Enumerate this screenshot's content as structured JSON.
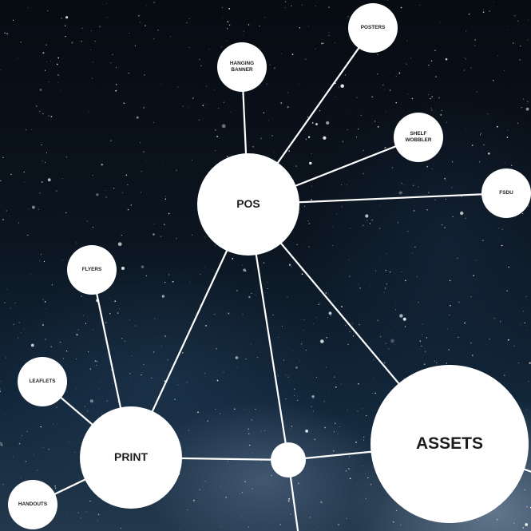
{
  "diagram": {
    "nodes": {
      "pos": {
        "label": "POS"
      },
      "print": {
        "label": "PRINT"
      },
      "assets": {
        "label": "ASSETS"
      },
      "junction": {
        "label": ""
      },
      "posters": {
        "label": "POSTERS"
      },
      "hanging_banner": {
        "label": "HANGING\nBANNER"
      },
      "shelf_wobbler": {
        "label": "SHELF\nWOBBLER"
      },
      "fsdu": {
        "label": "FSDU"
      },
      "flyers": {
        "label": "FLYERS"
      },
      "leaflets": {
        "label": "LEAFLETS"
      },
      "handouts": {
        "label": "HANDOUTS"
      }
    },
    "edges": [
      [
        "pos",
        "posters"
      ],
      [
        "pos",
        "hanging_banner"
      ],
      [
        "pos",
        "shelf_wobbler"
      ],
      [
        "pos",
        "fsdu"
      ],
      [
        "pos",
        "print"
      ],
      [
        "pos",
        "junction"
      ],
      [
        "pos",
        "assets"
      ],
      [
        "print",
        "flyers"
      ],
      [
        "print",
        "leaflets"
      ],
      [
        "print",
        "handouts"
      ],
      [
        "print",
        "junction"
      ],
      [
        "junction",
        "assets"
      ],
      [
        "junction",
        "offscreen_bottom"
      ],
      [
        "assets",
        "offscreen_right"
      ]
    ]
  },
  "colors": {
    "node_fill": "#ffffff",
    "edge": "#ffffff",
    "text": "#1c1c1c",
    "background": "#0b1520"
  }
}
